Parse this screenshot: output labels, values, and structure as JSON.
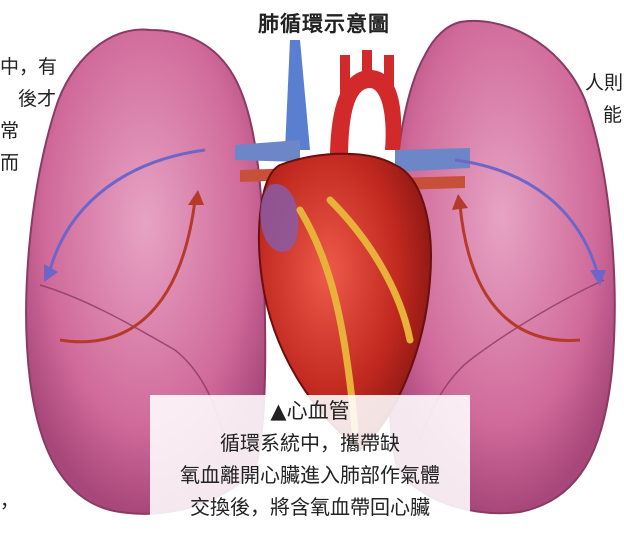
{
  "illustration": {
    "title": "肺循環示意圖",
    "colors": {
      "lung": "#d06a9a",
      "lung_shadow": "#a8477a",
      "heart": "#c0281f",
      "heart_fat": "#e8b13a",
      "vein": "#5a7fd0",
      "artery_red": "#d22a2a",
      "arrow_blue": "#6d66c8",
      "arrow_red": "#b53a2a"
    }
  },
  "side_text_left": [
    "中，有",
    "後才",
    "常",
    "而",
    "，"
  ],
  "side_text_right": [
    "人則",
    "能"
  ],
  "caption": {
    "heading": "▲心血管",
    "lines": [
      "循環系統中，攜帶缺",
      "氧血離開心臟進入肺部作氣體",
      "交換後，將含氧血帶回心臟"
    ]
  }
}
